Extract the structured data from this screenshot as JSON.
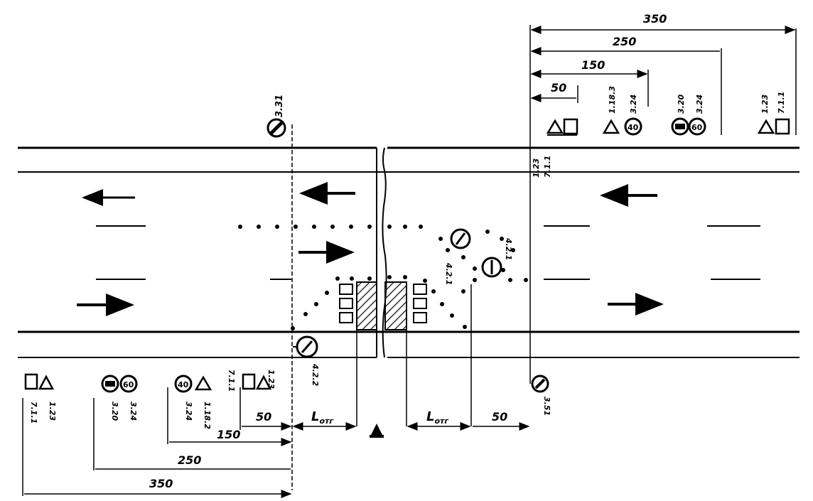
{
  "dimensions": {
    "top": {
      "d350": "350",
      "d250": "250",
      "d150": "150",
      "d50": "50"
    },
    "bottom": {
      "d350": "350",
      "d250": "250",
      "d150": "150",
      "d50_left": "50",
      "d50_right": "50"
    },
    "l_left": {
      "base": "L",
      "sub": "отг"
    },
    "l_right": {
      "base": "L",
      "sub": "отг"
    }
  },
  "sign_codes": {
    "top_331": "3.31",
    "top_group1_a": "1.18.3",
    "top_group1_b": "3.24",
    "top_group2_a": "3.20",
    "top_group2_b": "3.24",
    "top_group3_a": "1.23",
    "top_group3_b": "7.1.1",
    "right_post_a": "1.23",
    "right_post_b": "7.1.1",
    "center_421": "4.2.1",
    "center_421b": "4.2.1",
    "bottom_422": "4.2.2",
    "bottom_351": "3.51",
    "bottom_left_a": "1.23",
    "bottom_left_b": "7.1.1",
    "bottom_2_a": "3.20",
    "bottom_2_b": "3.24",
    "bottom_3_a": "1.18.2",
    "bottom_3_b": "3.24",
    "bottom_4_a": "1.23",
    "bottom_4_b": "7.1.1"
  },
  "sign_values": {
    "speed40": "40",
    "speed60": "60"
  },
  "colors": {
    "ink": "#000000",
    "paper": "#ffffff"
  }
}
